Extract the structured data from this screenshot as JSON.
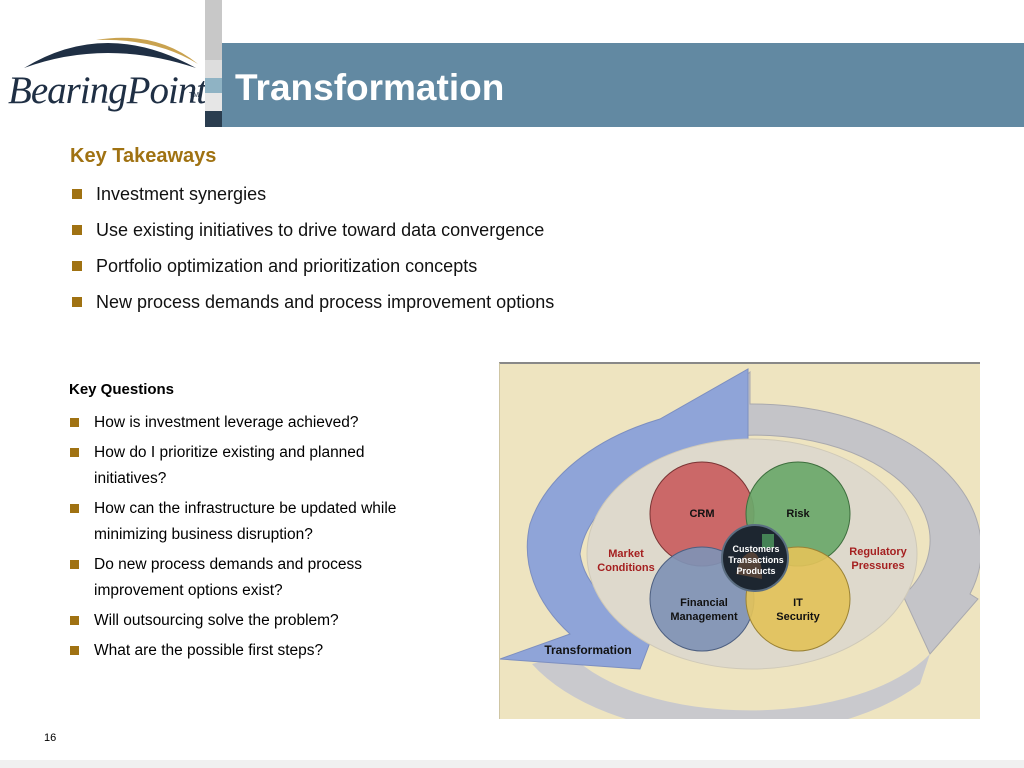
{
  "logo": {
    "text": "BearingPoint",
    "tm": "TM"
  },
  "header": {
    "title": "Transformation"
  },
  "takeaways": {
    "heading": "Key Takeaways",
    "items": [
      "Investment synergies",
      "Use existing initiatives to drive toward data convergence",
      "Portfolio optimization and prioritization concepts",
      "New process demands and process improvement options"
    ]
  },
  "questions": {
    "heading": "Key Questions",
    "items": [
      "How is investment leverage achieved?",
      "How do I prioritize existing and planned initiatives?",
      "How can the infrastructure be updated while minimizing business disruption?",
      "Do new process demands and process improvement options exist?",
      "Will outsourcing solve the problem?",
      "What are the possible first steps?"
    ]
  },
  "diagram": {
    "circles": {
      "crm": "CRM",
      "risk": "Risk",
      "financial_line1": "Financial",
      "financial_line2": "Management",
      "it_line1": "IT",
      "it_line2": "Security"
    },
    "center": {
      "line1": "Customers",
      "line2": "Transactions",
      "line3": "Products"
    },
    "left_label": {
      "line1": "Market",
      "line2": "Conditions"
    },
    "right_label": {
      "line1": "Regulatory",
      "line2": "Pressures"
    },
    "arrow_label": "Transformation"
  },
  "footer": {
    "page_number": "16"
  },
  "colors": {
    "header_band": "#6289a2",
    "accent": "#a07212",
    "diagram_background": "#eee4c0",
    "crm": "#c96262",
    "risk": "#6aa86a",
    "financial": "#7f93b5",
    "it_security": "#e2c25a",
    "label_red": "#a52020"
  }
}
